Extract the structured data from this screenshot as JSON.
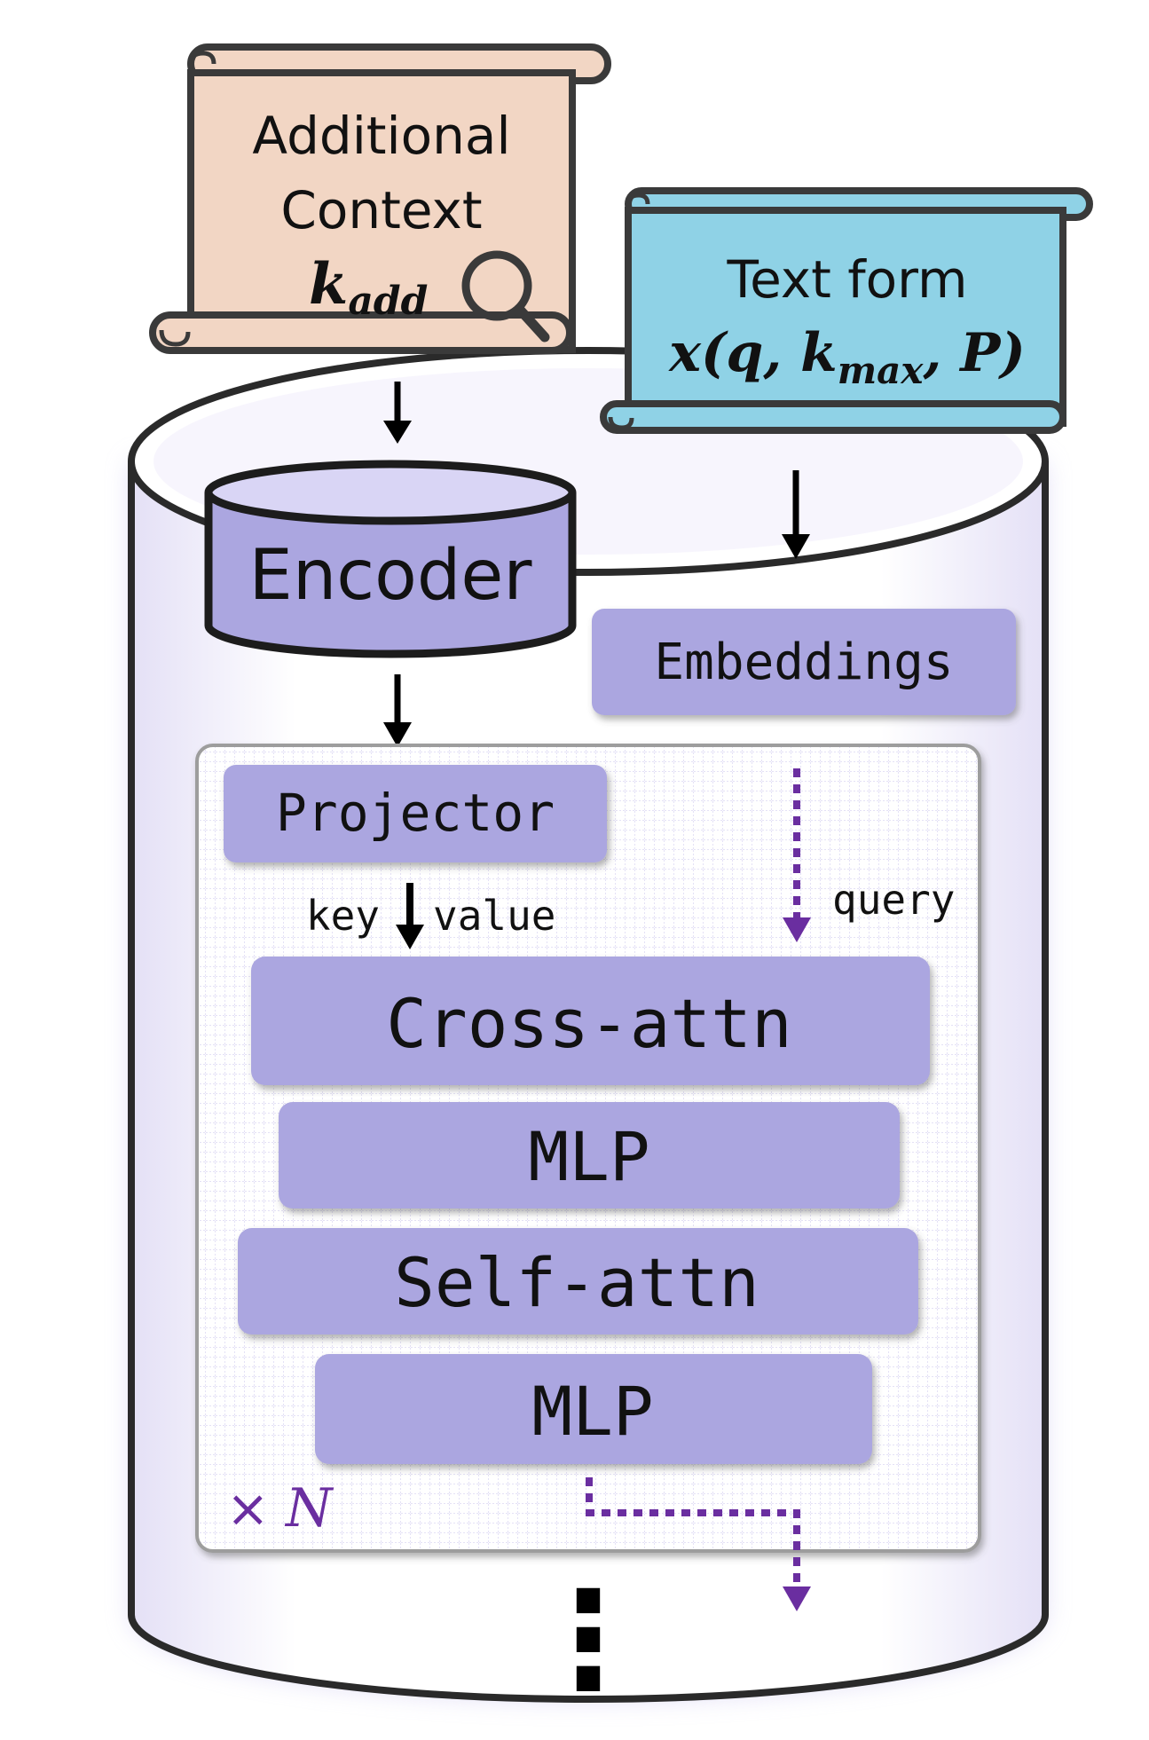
{
  "additional_context": {
    "line1": "Additional",
    "line2": "Context",
    "symbol_main": "k",
    "symbol_sub": "add",
    "icon": "magnifier-icon"
  },
  "text_form": {
    "line1": "Text form",
    "formula_a": "x(q, k",
    "formula_sub": "max",
    "formula_b": ", P)"
  },
  "encoder": {
    "label": "Encoder"
  },
  "embeddings": {
    "label": "Embeddings"
  },
  "projector": {
    "label": "Projector"
  },
  "arrows": {
    "key": "key",
    "value": "value",
    "query": "query"
  },
  "blocks": {
    "cross_attn": "Cross-attn",
    "mlp_1": "MLP",
    "self_attn": "Self-attn",
    "mlp_2": "MLP"
  },
  "repeat": {
    "times": "×",
    "n": "N"
  },
  "continuation": "⋮",
  "colors": {
    "block_fill": "#aba6e0",
    "encoder_fill": "#aba6e0",
    "scroll_peach": "#f2d6c4",
    "scroll_cyan": "#8fd2e6",
    "outline": "#2a2a2a",
    "accent_purple": "#6a2ea0",
    "glow": "#c6c0f0"
  }
}
